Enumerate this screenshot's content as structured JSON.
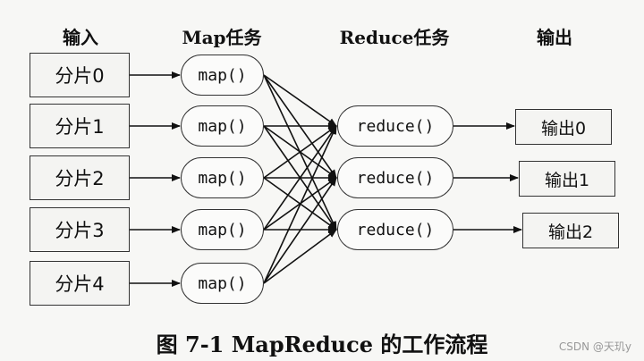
{
  "headers": {
    "input": "输入",
    "map": "Map任务",
    "reduce": "Reduce任务",
    "output": "输出"
  },
  "splits": [
    "分片0",
    "分片1",
    "分片2",
    "分片3",
    "分片4"
  ],
  "map_tasks": [
    "map()",
    "map()",
    "map()",
    "map()",
    "map()"
  ],
  "reduce_tasks": [
    "reduce()",
    "reduce()",
    "reduce()"
  ],
  "outputs": [
    "输出0",
    "输出1",
    "输出2"
  ],
  "caption": "图 7-1   MapReduce 的工作流程",
  "watermark": "CSDN @天玑y"
}
